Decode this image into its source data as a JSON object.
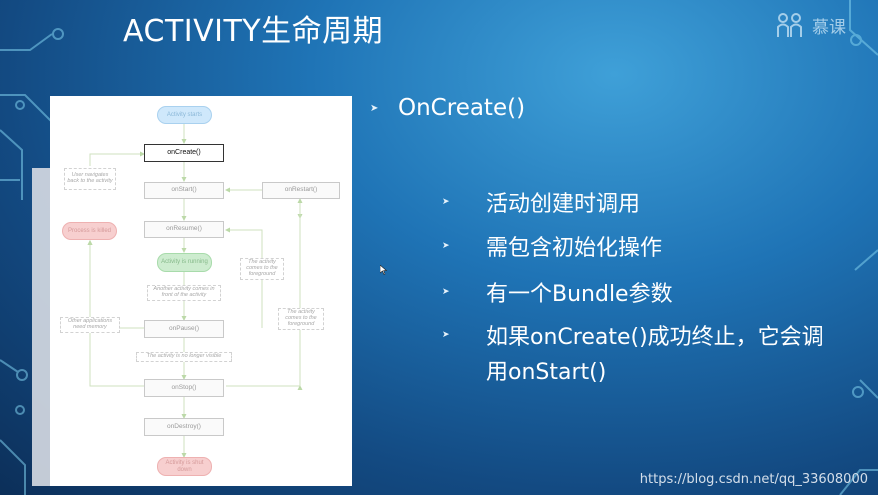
{
  "slide": {
    "title": "ACTIVITY生命周期",
    "logo_text": "慕课",
    "main_bullet": "OnCreate()",
    "sub_bullets": [
      "活动创建时调用",
      "需包含初始化操作",
      "有一个Bundle参数",
      "如果onCreate()成功终止，它会调用onStart()"
    ],
    "watermark": "https://blog.csdn.net/qq_33608000",
    "colors": {
      "background": "#1f74b6",
      "text": "#ffffff"
    }
  },
  "diagram": {
    "nodes": {
      "activity_starts": "Activity starts",
      "on_create": "onCreate()",
      "on_start": "onStart()",
      "on_restart": "onRestart()",
      "on_resume": "onResume()",
      "activity_running": "Activity is running",
      "on_pause": "onPause()",
      "on_stop": "onStop()",
      "on_destroy": "onDestroy()",
      "activity_shut_down": "Activity is shut down",
      "process_killed": "Process is killed"
    },
    "notes": {
      "user_navigates_back": "User navigates back to the activity",
      "another_activity_front": "Another activity comes in front of the activity",
      "comes_to_foreground_1": "The activity comes to the foreground",
      "comes_to_foreground_2": "The activity comes to the foreground",
      "other_apps_memory": "Other applications need memory",
      "no_longer_visible": "The activity is no longer visible"
    }
  }
}
